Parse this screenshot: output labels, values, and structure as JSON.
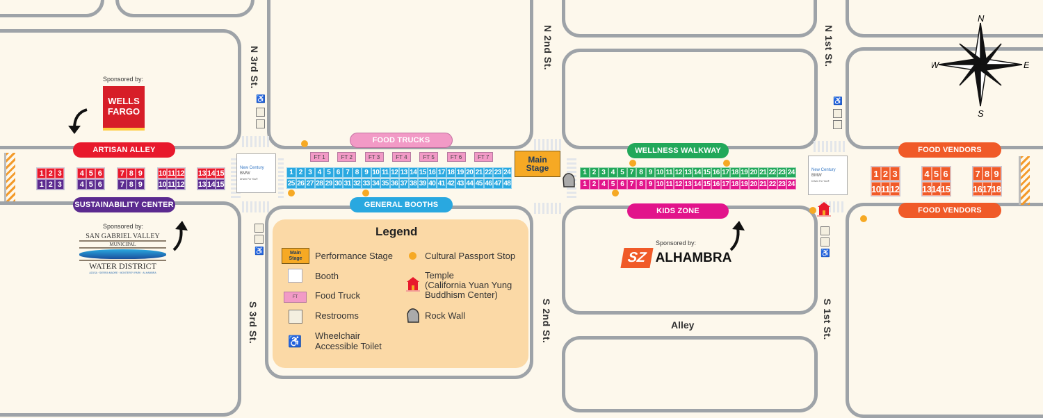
{
  "streets": {
    "n3": "N 3rd St.",
    "n2": "N 2nd St.",
    "n1": "N 1st St.",
    "s3": "S 3rd St.",
    "s2": "S 2nd St.",
    "s1": "S 1st St.",
    "alley": "Alley"
  },
  "compass": {
    "n": "N",
    "s": "S",
    "e": "E",
    "w": "W"
  },
  "zones": {
    "artisan_alley": "ARTISAN ALLEY",
    "sustainability_center": "SUSTAINABILITY CENTER",
    "food_trucks": "FOOD TRUCKS",
    "general_booths": "GENERAL BOOTHS",
    "wellness_walkway": "WELLNESS WALKWAY",
    "kids_zone": "KIDS ZONE",
    "food_vendors_top": "FOOD VENDORS",
    "food_vendors_bottom": "FOOD VENDORS"
  },
  "colors": {
    "artisan": "#e8192c",
    "sustain": "#5b2a8f",
    "general": "#29a8e0",
    "food_truck": "#f29ac6",
    "wellness": "#22a85a",
    "kids": "#e2148b",
    "vendors": "#f05a28",
    "stage": "#f6a924",
    "passport": "#f6a924"
  },
  "booths": {
    "artisan": [
      [
        "1",
        "2",
        "3"
      ],
      [
        "4",
        "5",
        "6"
      ],
      [
        "7",
        "8",
        "9"
      ],
      [
        "10",
        "11",
        "12"
      ],
      [
        "13",
        "14",
        "15"
      ]
    ],
    "sustain": [
      [
        "1",
        "2",
        "3"
      ],
      [
        "4",
        "5",
        "6"
      ],
      [
        "7",
        "8",
        "9"
      ],
      [
        "10",
        "11",
        "12"
      ],
      [
        "13",
        "14",
        "15"
      ]
    ],
    "general_top": [
      "1",
      "2",
      "3",
      "4",
      "5",
      "6",
      "7",
      "8",
      "9",
      "10",
      "11",
      "12",
      "13",
      "14",
      "15",
      "16",
      "17",
      "18",
      "19",
      "20",
      "21",
      "22",
      "23",
      "24"
    ],
    "general_bottom": [
      "25",
      "26",
      "27",
      "28",
      "29",
      "30",
      "31",
      "32",
      "33",
      "34",
      "35",
      "36",
      "37",
      "38",
      "39",
      "40",
      "41",
      "42",
      "43",
      "44",
      "45",
      "46",
      "47",
      "48"
    ],
    "food_trucks": [
      "FT 1",
      "FT 2",
      "FT 3",
      "FT 4",
      "FT 5",
      "FT 6",
      "FT 7"
    ],
    "wellness": [
      "1",
      "2",
      "3",
      "4",
      "5",
      "7",
      "8",
      "9",
      "10",
      "11",
      "12",
      "13",
      "14",
      "15",
      "16",
      "17",
      "18",
      "19",
      "20",
      "21",
      "22",
      "23",
      "24"
    ],
    "kids": [
      "1",
      "2",
      "4",
      "5",
      "6",
      "7",
      "8",
      "9",
      "10",
      "11",
      "12",
      "13",
      "14",
      "15",
      "16",
      "17",
      "18",
      "19",
      "20",
      "21",
      "22",
      "23",
      "24"
    ],
    "vendors_top": [
      [
        "1",
        "2",
        "3"
      ],
      [
        "4",
        "5",
        "6"
      ],
      [
        "7",
        "8",
        "9"
      ]
    ],
    "vendors_bottom": [
      [
        "10",
        "11",
        "12"
      ],
      [
        "13",
        "14",
        "15"
      ],
      [
        "16",
        "17",
        "18"
      ]
    ]
  },
  "main_stage": {
    "line1": "Main",
    "line2": "Stage"
  },
  "bmw": {
    "brand": "New Century",
    "make": "BMW",
    "tagline": "Driven For You®"
  },
  "sponsors": {
    "label": "Sponsored by:",
    "wells_fargo": {
      "line1": "WELLS",
      "line2": "FARGO"
    },
    "sgv": {
      "line1": "SAN GABRIEL VALLEY",
      "line2": "MUNICIPAL",
      "line3": "WATER DISTRICT",
      "line4": "AZUSA · SIERRA MADRE · MONTEREY PARK · ALHAMBRA"
    },
    "alhambra": {
      "mark": "SZ",
      "name": "ALHAMBRA"
    }
  },
  "legend": {
    "title": "Legend",
    "stage_icon_1": "Main",
    "stage_icon_2": "Stage",
    "food_truck_icon": "FT",
    "items": [
      "Performance Stage",
      "Booth",
      "Food Truck",
      "Restrooms",
      "Wheelchair Accessible Toilet",
      "Cultural Passport Stop",
      "Temple (California Yuan Yung Buddhism Center)",
      "Rock Wall"
    ],
    "wheelchair_1": "Wheelchair",
    "wheelchair_2": "Accessible Toilet",
    "temple_1": "Temple",
    "temple_2": "(California Yuan Yung",
    "temple_3": "Buddhism Center)"
  }
}
